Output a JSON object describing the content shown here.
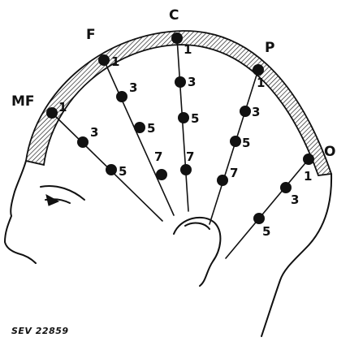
{
  "regions": {
    "mf": "MF",
    "f": "F",
    "c": "C",
    "p": "P",
    "o": "O"
  },
  "electrodes": {
    "mf_1": "1",
    "mf_3": "3",
    "mf_5": "5",
    "f_1": "1",
    "f_3": "3",
    "f_5": "5",
    "f_7": "7",
    "c_1": "1",
    "c_3": "3",
    "c_5": "5",
    "c_7": "7",
    "p_1": "1",
    "p_3": "3",
    "p_5": "5",
    "p_7": "7",
    "o_1": "1",
    "o_3": "3",
    "o_5": "5"
  },
  "reference": "SEV 22859"
}
